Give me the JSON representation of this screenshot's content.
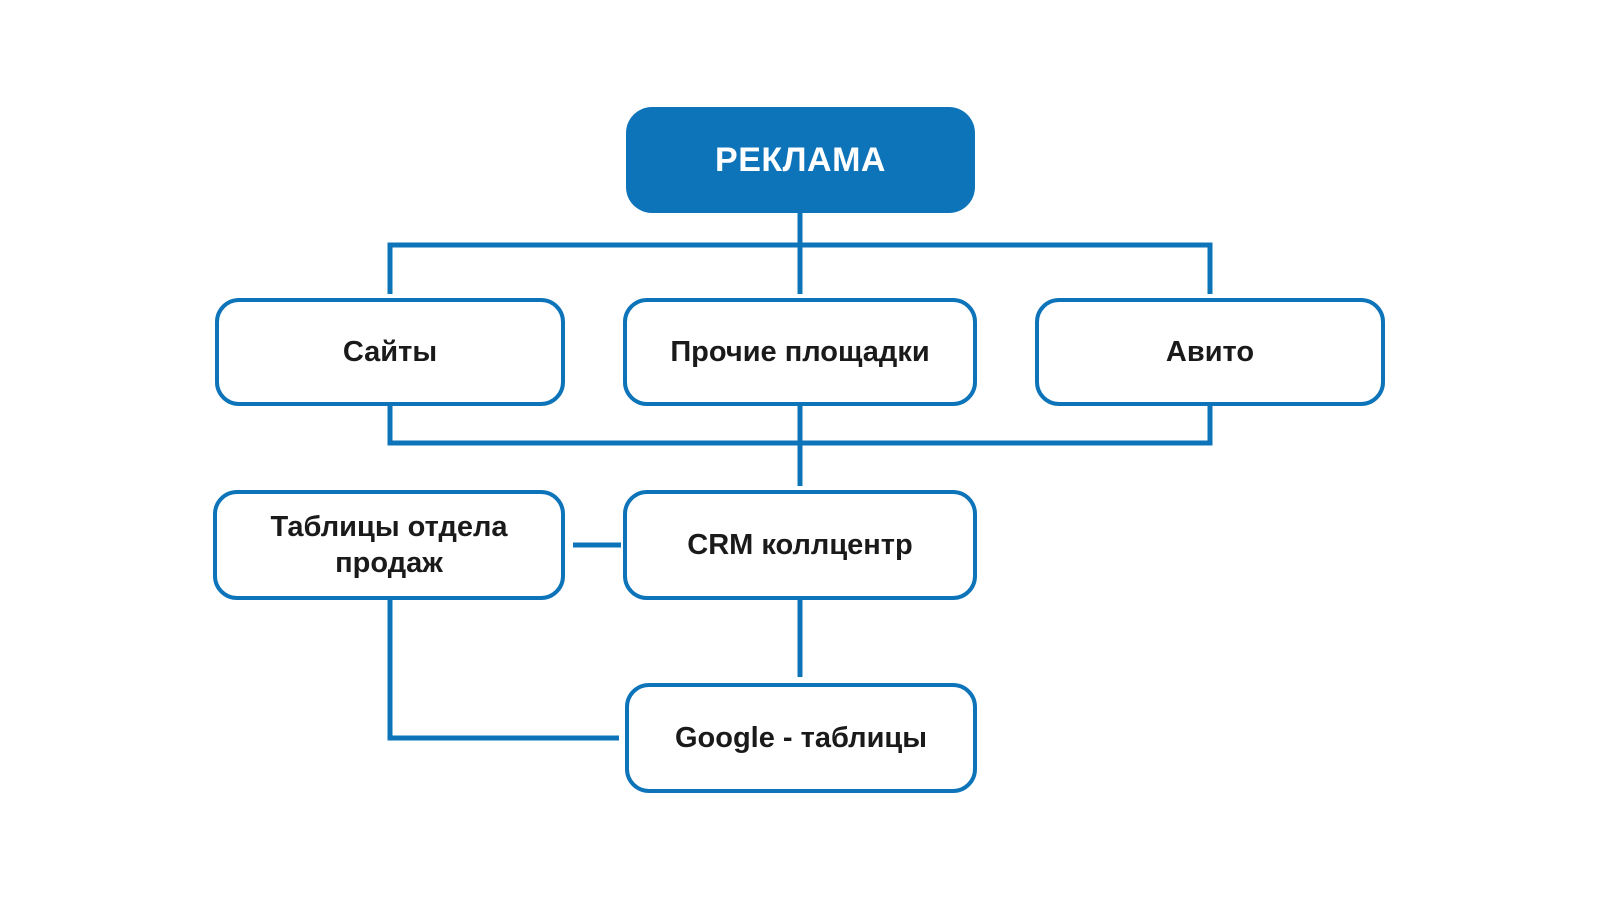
{
  "colors": {
    "accent": "#0d74ba",
    "text": "#1a1a1a",
    "background": "#ffffff",
    "node_fill": "#ffffff",
    "title_text": "#ffffff"
  },
  "diagram": {
    "nodes": [
      {
        "id": "reklama",
        "label": "РЕКЛАМА",
        "type": "filled"
      },
      {
        "id": "sites",
        "label": "Сайты",
        "type": "outlined"
      },
      {
        "id": "other-platforms",
        "label": "Прочие площадки",
        "type": "outlined"
      },
      {
        "id": "avito",
        "label": "Авито",
        "type": "outlined"
      },
      {
        "id": "sales-tables",
        "label": "Таблицы отдела продаж",
        "type": "outlined"
      },
      {
        "id": "crm",
        "label": "CRM коллцентр",
        "type": "outlined"
      },
      {
        "id": "google-sheets",
        "label": "Google - таблицы",
        "type": "outlined"
      }
    ],
    "edges": [
      {
        "from": "РЕКЛАМА",
        "to": "Сайты"
      },
      {
        "from": "РЕКЛАМА",
        "to": "Прочие площадки"
      },
      {
        "from": "РЕКЛАМА",
        "to": "Авито"
      },
      {
        "from": "Сайты",
        "to": "CRM коллцентр"
      },
      {
        "from": "Прочие площадки",
        "to": "CRM коллцентр"
      },
      {
        "from": "Авито",
        "to": "CRM коллцентр"
      },
      {
        "from": "CRM коллцентр",
        "to": "Таблицы отдела продаж"
      },
      {
        "from": "CRM коллцентр",
        "to": "Google - таблицы"
      },
      {
        "from": "Таблицы отдела продаж",
        "to": "Google - таблицы"
      }
    ]
  }
}
